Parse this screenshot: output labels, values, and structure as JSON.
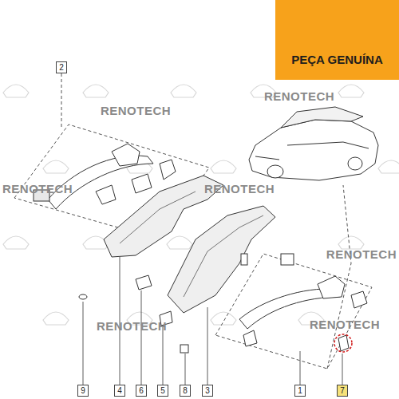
{
  "diagram": {
    "nodes": [
      {
        "text": [
          "PEÇA GENUÍNA"
        ]
      }
    ],
    "labels": [
      "RENOTECH",
      "RENOTECH",
      "RENOTECH",
      "RENOTECH",
      "RENOTECH",
      "RENOTECH",
      "RENOTECH",
      "2",
      "1",
      "9",
      "4",
      "6",
      "5",
      "8",
      "3",
      "7"
    ]
  }
}
